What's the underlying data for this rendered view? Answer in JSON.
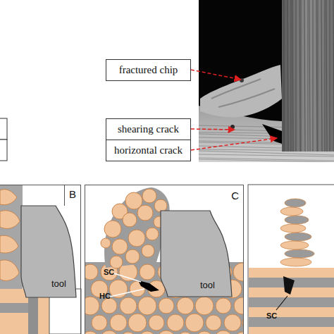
{
  "diagram": {
    "nodes": [
      {
        "text": [
          "fractured chip"
        ]
      },
      {
        "text": [
          "shearing crack"
        ]
      },
      {
        "text": [
          "horizontal crack"
        ]
      },
      {
        "text": [
          "B"
        ]
      },
      {
        "text": [
          "tool"
        ],
        "in": 3
      },
      {
        "text": [
          "C"
        ]
      },
      {
        "text": [
          "tool"
        ],
        "in": 5
      }
    ],
    "labels": [
      "SC",
      "HC",
      "SC"
    ]
  }
}
